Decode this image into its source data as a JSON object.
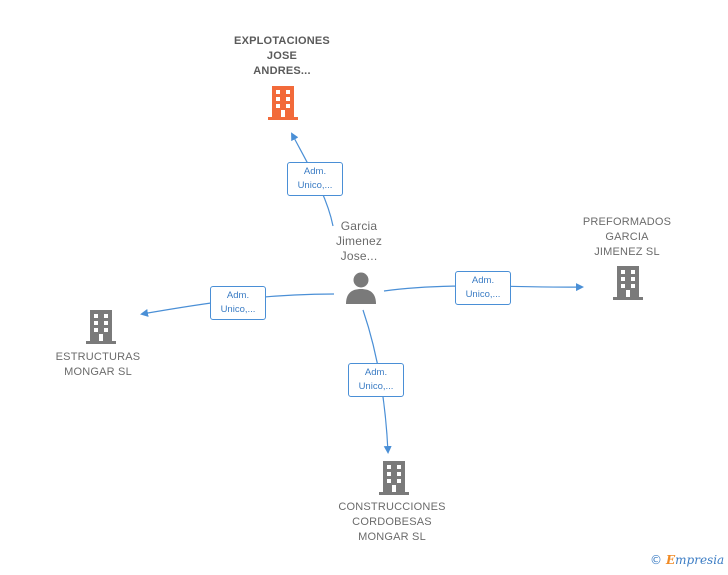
{
  "colors": {
    "edge": "#4a8fd6",
    "focus_company": "#f26a3a",
    "company": "#7a7a7a",
    "person": "#7a7a7a"
  },
  "person": {
    "label": "Garcia\nJimenez\nJose...",
    "icon": "person-icon"
  },
  "companies": [
    {
      "id": "explotaciones",
      "label": "EXPLOTACIONES\nJOSE\nANDRES...",
      "focus": true,
      "icon": "building-icon"
    },
    {
      "id": "preformados",
      "label": "PREFORMADOS\nGARCIA\nJIMENEZ  SL",
      "focus": false,
      "icon": "building-icon"
    },
    {
      "id": "estructuras",
      "label": "ESTRUCTURAS\nMONGAR  SL",
      "focus": false,
      "icon": "building-icon"
    },
    {
      "id": "construcciones",
      "label": "CONSTRUCCIONES\nCORDOBESAS\nMONGAR SL",
      "focus": false,
      "icon": "building-icon"
    }
  ],
  "edges": [
    {
      "to": "explotaciones",
      "role_line1": "Adm.",
      "role_line2": "Unico,..."
    },
    {
      "to": "preformados",
      "role_line1": "Adm.",
      "role_line2": "Unico,..."
    },
    {
      "to": "estructuras",
      "role_line1": "Adm.",
      "role_line2": "Unico,..."
    },
    {
      "to": "construcciones",
      "role_line1": "Adm.",
      "role_line2": "Unico,..."
    }
  ],
  "branding": {
    "copyright": "©",
    "name_initial": "E",
    "name_rest": "mpresia"
  }
}
